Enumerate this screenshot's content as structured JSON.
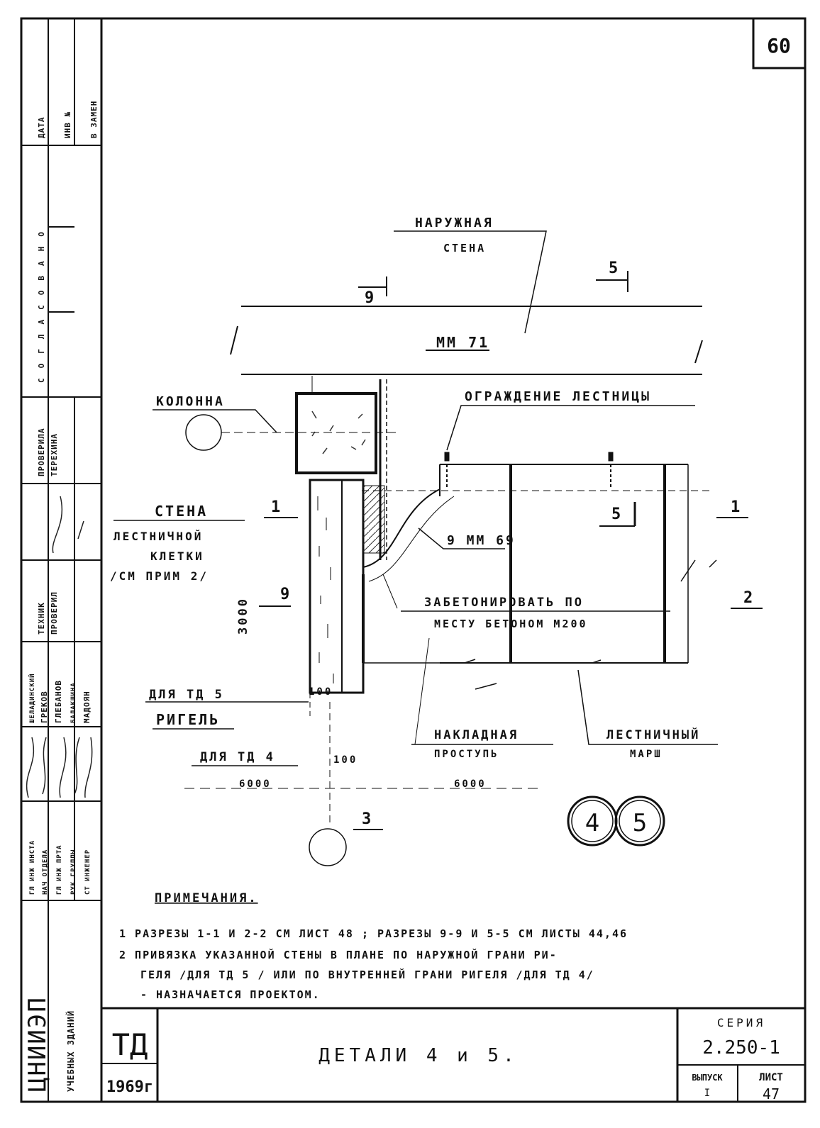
{
  "sheet_number": "60",
  "drawing": {
    "outer_wall_label": "НАРУЖНАЯ",
    "outer_wall_label_2": "СТЕНА",
    "section_5_top": "5",
    "section_9_top": "9",
    "panel_mark": "ММ 71",
    "column_label": "КОЛОННА",
    "railing_label": "ОГРАЖДЕНИЕ ЛЕСТНИЦЫ",
    "stair_wall_label_1": "СТЕНА",
    "stair_wall_label_2": "ЛЕСТНИЧНОЙ",
    "stair_wall_label_3": "КЛЕТКИ",
    "stair_wall_label_4": "/СМ ПРИМ 2/",
    "section_1_left": "1",
    "section_1_right": "1",
    "section_5_mid": "5",
    "panel_mark_2": "9 ММ 69",
    "section_9_left": "9",
    "section_2_right": "2",
    "dim_3000": "3000",
    "concrete_note_1": "ЗАБЕТОНИРОВАТЬ   ПО",
    "concrete_note_2": "МЕСТУ     БЕТОНОМ   М200",
    "for_td5": "ДЛЯ ТД  5",
    "dim_100_a": "100",
    "beam_label": "РИГЕЛЬ",
    "for_td4": "ДЛЯ  ТД 4",
    "dim_100_b": "100",
    "dim_6000_a": "6000",
    "dim_6000_b": "6000",
    "tread_label_1": "НАКЛАДНАЯ",
    "tread_label_2": "ПРОСТУПЬ",
    "flight_label_1": "ЛЕСТНИЧНЫЙ",
    "flight_label_2": "МАРШ",
    "section_3": "3",
    "detail_4": "4",
    "detail_5": "5"
  },
  "notes": {
    "heading": "ПРИМЕЧАНИЯ.",
    "n1": "1  РАЗРЕЗЫ 1-1 И 2-2  СМ  ЛИСТ 48 ;  РАЗРЕЗЫ  9-9 И 5-5  СМ  ЛИСТЫ 44,46",
    "n2a": "2  ПРИВЯЗКА  УКАЗАННОЙ   СТЕНЫ  В ПЛАНЕ  ПО НАРУЖНОЙ  ГРАНИ РИ-",
    "n2b": "ГЕЛЯ  /ДЛЯ ТД 5 /  ИЛИ ПО ВНУТРЕННЕЙ  ГРАНИ  РИГЕЛЯ /ДЛЯ ТД 4/",
    "n2c": "- НАЗНАЧАЕТСЯ      ПРОЕКТОМ."
  },
  "title_block": {
    "code": "ТД",
    "year": "1969г",
    "title": "ДЕТАЛИ  4 и 5.",
    "series_label": "СЕРИЯ",
    "series_value": "2.250-1",
    "issue_label": "ВЫПУСК",
    "issue_value": "I",
    "sheet_label": "ЛИСТ",
    "sheet_value": "47"
  },
  "side_stamp": {
    "date": "ДАТА",
    "inv": "ИНВ №",
    "replace": "В ЗАМЕН",
    "agreed": "СОГЛАСОВАНО",
    "checked1": "ПРОВЕРИЛА",
    "checked2": "ТЕРЕХИНА",
    "technician": "ТЕХНИК",
    "checked3": "ПРОВЕРИЛ",
    "p1": "ШЕЛАДИНСКИЙ",
    "p2": "ГРЕКОВ",
    "p3": "ГЛЕБАНОВ",
    "p4": "БАЛАКШИНА",
    "p5": "МАДОЯН",
    "r1": "ГЛ ИНЖ ИНСТА",
    "r2": "НАЧ ОТДЕЛА",
    "r3": "ГЛ ИНЖ ПРТА",
    "r4": "РУК ГРУППЫ",
    "r5": "СТ ИНЖЕНЕР",
    "org": "ЦНИИЭП",
    "org_sub": "УЧЕБНЫХ ЗДАНИЙ"
  }
}
